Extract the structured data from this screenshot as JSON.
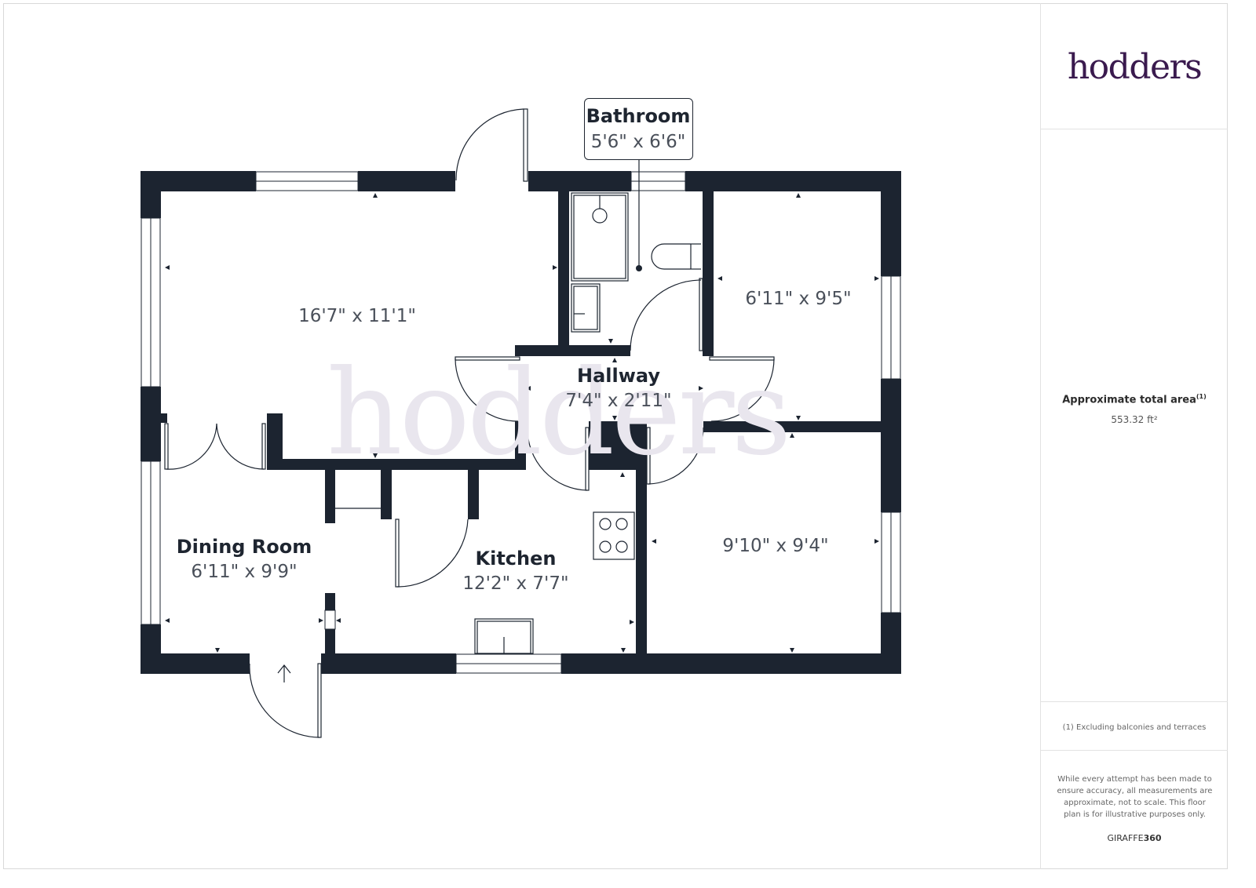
{
  "brand": {
    "name": "hodders",
    "color": "#3a1a4e",
    "watermark": "hodders"
  },
  "summary": {
    "area_label": "Approximate total area",
    "area_footnote_marker": "(1)",
    "area_value": "553.32 ft²",
    "footnote": "(1) Excluding balconies and terraces",
    "disclaimer": "While every attempt has been made to ensure accuracy, all measurements are approximate, not to scale. This floor plan is for illustrative purposes only.",
    "credit_prefix": "GIRAFFE",
    "credit_suffix": "360"
  },
  "colors": {
    "wall": "#1c2430",
    "text": "#1e2530",
    "dim_text": "#4a505a"
  },
  "rooms": [
    {
      "id": "living",
      "name": "",
      "dimensions": "16'7\" x 11'1\""
    },
    {
      "id": "bathroom",
      "name": "Bathroom",
      "dimensions": "5'6\" x 6'6\""
    },
    {
      "id": "bedroom1",
      "name": "",
      "dimensions": "6'11\" x 9'5\""
    },
    {
      "id": "hallway",
      "name": "Hallway",
      "dimensions": "7'4\" x 2'11\""
    },
    {
      "id": "dining",
      "name": "Dining Room",
      "dimensions": "6'11\" x 9'9\""
    },
    {
      "id": "kitchen",
      "name": "Kitchen",
      "dimensions": "12'2\" x 7'7\""
    },
    {
      "id": "bedroom2",
      "name": "",
      "dimensions": "9'10\" x 9'4\""
    }
  ]
}
